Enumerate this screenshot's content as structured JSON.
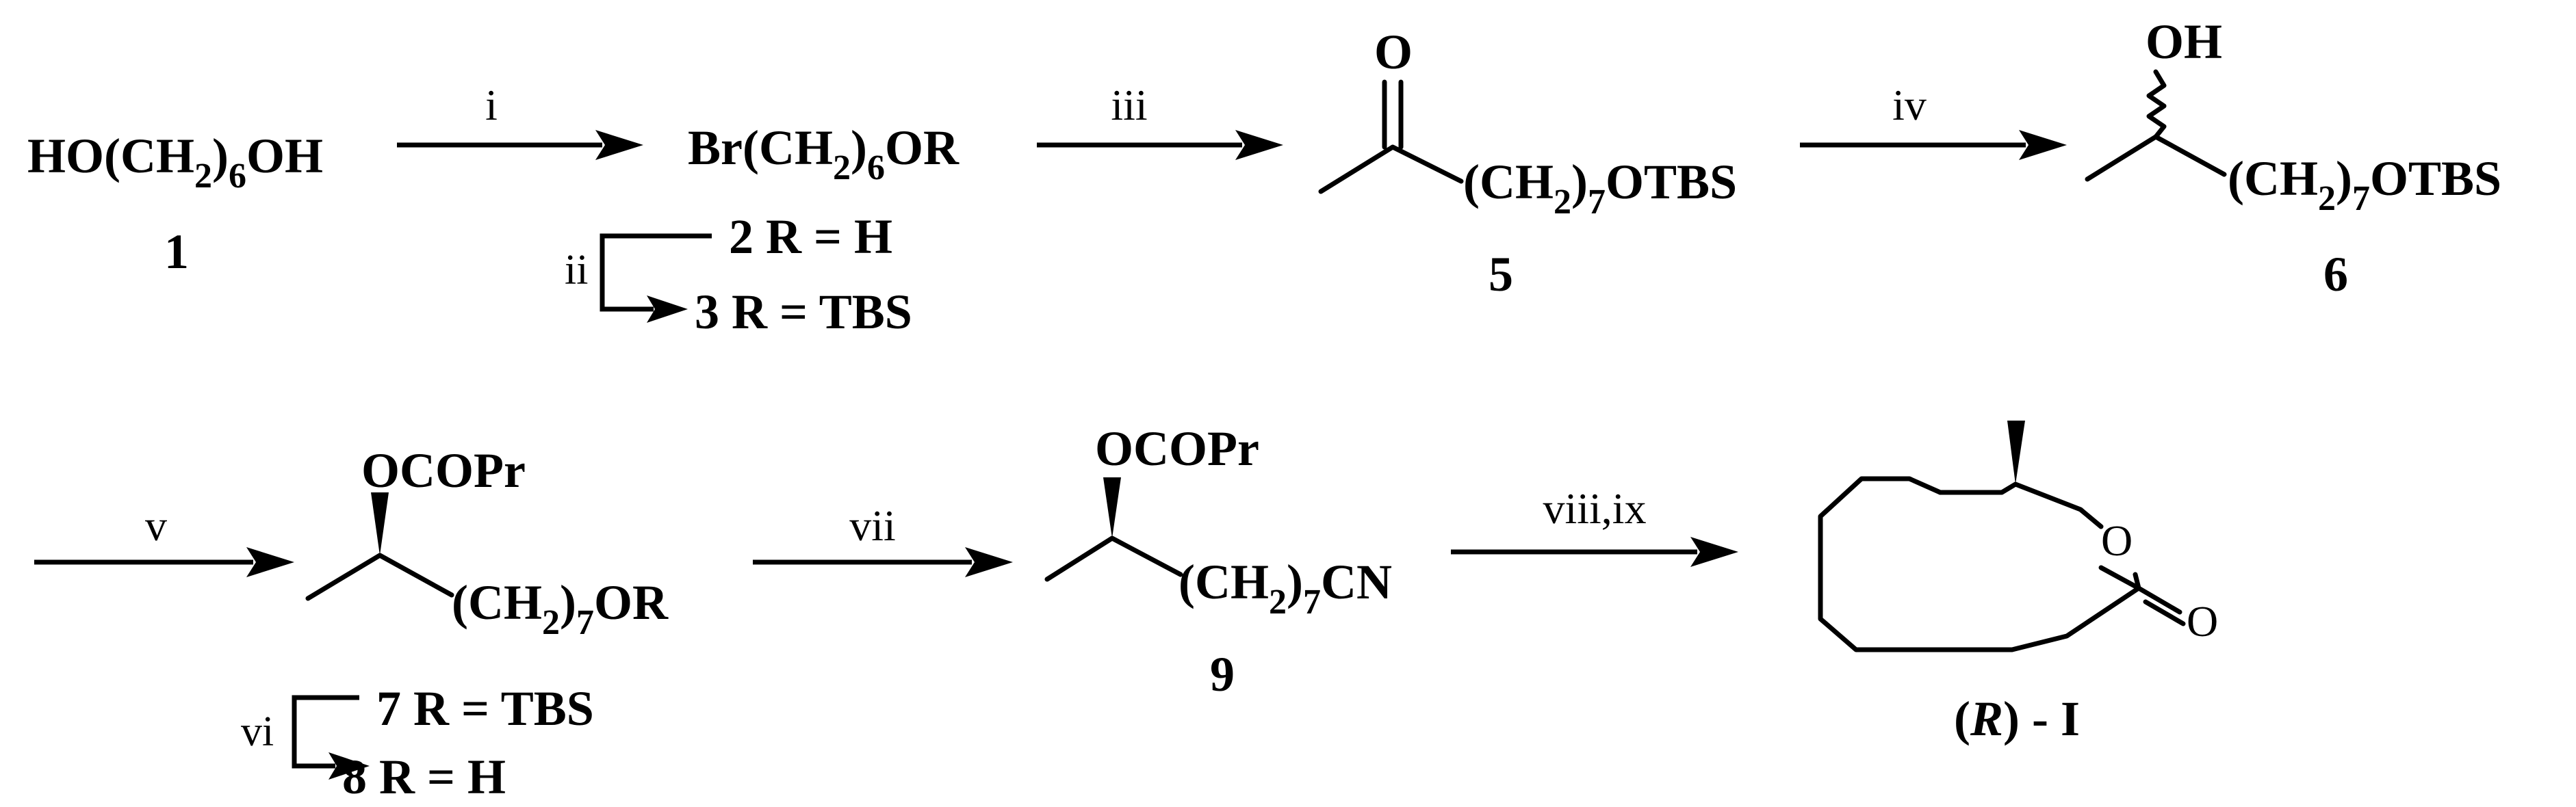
{
  "scheme": {
    "row1": {
      "cmpd1": {
        "formula_a": "HO(CH",
        "sub_a": "2",
        "formula_b": ")",
        "sub_b": "6",
        "formula_c": "OH",
        "number": "1"
      },
      "step_i": "i",
      "cmpd2_3": {
        "formula_a": "Br(CH",
        "sub_a": "2",
        "formula_b": ")",
        "sub_b": "6",
        "formula_c": "OR"
      },
      "step_ii": "ii",
      "cmpd2_label": "2 R = H",
      "cmpd3_label": "3 R = TBS",
      "step_iii": "iii",
      "cmpd5": {
        "ketone_o": "O",
        "chain_a": "(CH",
        "sub_a": "2",
        "chain_b": ")",
        "sub_b": "7",
        "chain_c": "OTBS",
        "number": "5"
      },
      "step_iv": "iv",
      "cmpd6": {
        "oh": "OH",
        "chain_a": "(CH",
        "sub_a": "2",
        "chain_b": ")",
        "sub_b": "7",
        "chain_c": "OTBS",
        "number": "6"
      }
    },
    "row2": {
      "step_v": "v",
      "cmpd7_8": {
        "ester": "OCOPr",
        "chain_a": "(CH",
        "sub_a": "2",
        "chain_b": ")",
        "sub_b": "7",
        "chain_c": "OR"
      },
      "step_vi": "vi",
      "cmpd7_label": "7 R = TBS",
      "cmpd8_label": "8 R = H",
      "step_vii": "vii",
      "cmpd9": {
        "ester": "OCOPr",
        "chain_a": "(CH",
        "sub_a": "2",
        "chain_b": ")",
        "sub_b": "7",
        "chain_c": "CN",
        "number": "9"
      },
      "step_viii_ix": "viii,ix",
      "lactone": {
        "ring_o": "O",
        "carbonyl_o": "O",
        "label_open": "(",
        "label_r": "R",
        "label_close": ") - I"
      }
    }
  }
}
